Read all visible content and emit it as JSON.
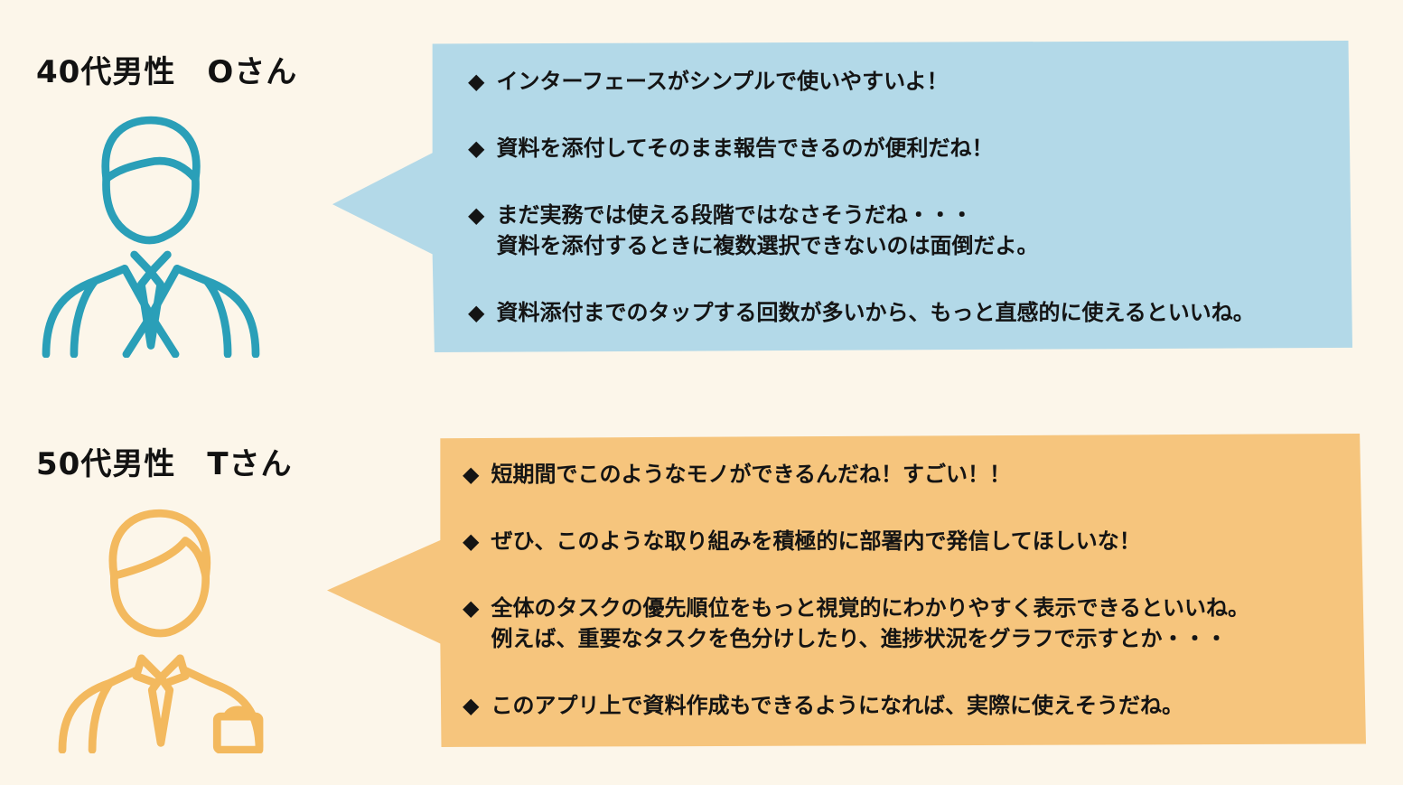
{
  "page": {
    "background_color": "#fcf6ea"
  },
  "personas": [
    {
      "name": "40代男性　Oさん",
      "bullet": "◆",
      "colors": {
        "icon": "#2a9fb8",
        "bubble": "#b3d9e8"
      },
      "comments": [
        {
          "lines": [
            "インターフェースがシンプルで使いやすいよ！"
          ]
        },
        {
          "lines": [
            "資料を添付してそのまま報告できるのが便利だね！"
          ]
        },
        {
          "lines": [
            "まだ実務では使える段階ではなさそうだね・・・",
            "資料を添付するときに複数選択できないのは面倒だよ。"
          ]
        },
        {
          "lines": [
            "資料添付までのタップする回数が多いから、もっと直感的に使えるといいね。"
          ]
        }
      ]
    },
    {
      "name": "50代男性　Tさん",
      "bullet": "◆",
      "colors": {
        "icon": "#f3b95e",
        "bubble": "#f6c57d"
      },
      "comments": [
        {
          "lines": [
            "短期間でこのようなモノができるんだね！すごい！！"
          ]
        },
        {
          "lines": [
            "ぜひ、このような取り組みを積極的に部署内で発信してほしいな！"
          ]
        },
        {
          "lines": [
            "全体のタスクの優先順位をもっと視覚的にわかりやすく表示できるといいね。",
            "例えば、重要なタスクを色分けしたり、進捗状況をグラフで示すとか・・・"
          ]
        },
        {
          "lines": [
            "このアプリ上で資料作成もできるようになれば、実際に使えそうだね。"
          ]
        }
      ]
    }
  ]
}
